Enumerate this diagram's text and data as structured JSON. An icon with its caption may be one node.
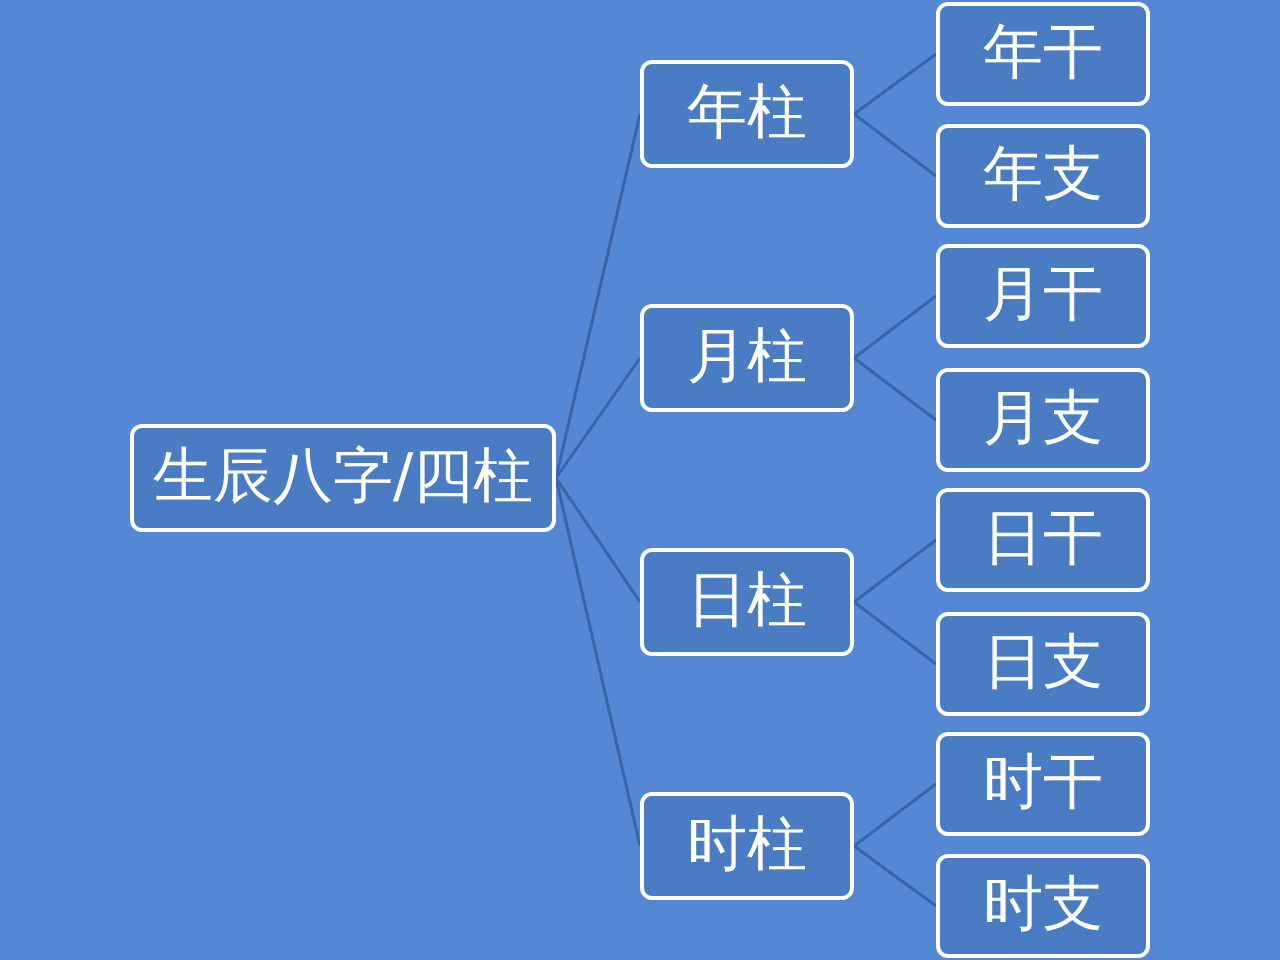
{
  "diagram": {
    "nodes": [
      {
        "text": [
          "生辰八字/四柱"
        ]
      },
      {
        "text": [
          "年柱"
        ]
      },
      {
        "text": [
          "年干"
        ]
      },
      {
        "text": [
          "年支"
        ]
      },
      {
        "text": [
          "月柱"
        ]
      },
      {
        "text": [
          "月干"
        ]
      },
      {
        "text": [
          "月支"
        ]
      },
      {
        "text": [
          "日柱"
        ]
      },
      {
        "text": [
          "日干"
        ]
      },
      {
        "text": [
          "日支"
        ]
      },
      {
        "text": [
          "时柱"
        ]
      },
      {
        "text": [
          "时干"
        ]
      },
      {
        "text": [
          "时支"
        ]
      }
    ],
    "edges": [
      {
        "from": 0,
        "to": 1,
        "arrow": "none"
      },
      {
        "from": 0,
        "to": 4,
        "arrow": "none"
      },
      {
        "from": 0,
        "to": 7,
        "arrow": "none"
      },
      {
        "from": 0,
        "to": 10,
        "arrow": "none"
      },
      {
        "from": 1,
        "to": 2,
        "arrow": "none"
      },
      {
        "from": 1,
        "to": 3,
        "arrow": "none"
      },
      {
        "from": 4,
        "to": 5,
        "arrow": "none"
      },
      {
        "from": 4,
        "to": 6,
        "arrow": "none"
      },
      {
        "from": 7,
        "to": 8,
        "arrow": "none"
      },
      {
        "from": 7,
        "to": 9,
        "arrow": "none"
      },
      {
        "from": 10,
        "to": 11,
        "arrow": "none"
      },
      {
        "from": 10,
        "to": 12,
        "arrow": "none"
      }
    ]
  }
}
